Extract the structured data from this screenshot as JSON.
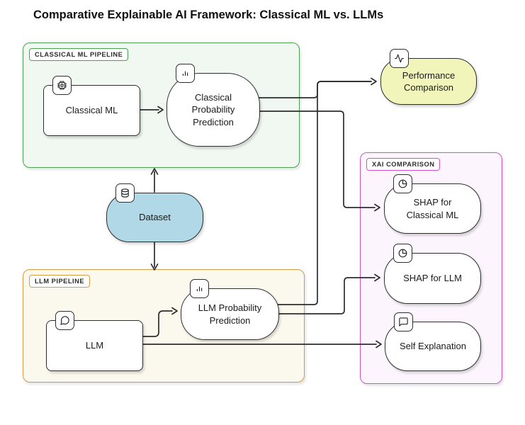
{
  "title": "Comparative Explainable AI Framework: Classical ML vs. LLMs",
  "colors": {
    "classical_border": "#4aa152",
    "classical_fill": "#f0f8f1",
    "llm_border": "#d79b44",
    "llm_fill": "#fbf8ee",
    "xai_border": "#cf52cf",
    "xai_fill": "#fcf5fd",
    "dataset_fill": "#b0d8e7",
    "performance_fill": "#f1f5ba",
    "node_border": "#2e2e2e",
    "edge": "#2d2d2d"
  },
  "containers": {
    "classical": {
      "label": "CLASSICAL ML PIPELINE"
    },
    "llm": {
      "label": "LLM PIPELINE"
    },
    "xai": {
      "label": "XAI COMPARISON"
    }
  },
  "nodes": {
    "classical_ml": {
      "label": "Classical ML",
      "icon": "cpu-icon"
    },
    "classical_prob": {
      "label": "Classical Probability Prediction",
      "icon": "bar-chart-icon"
    },
    "dataset": {
      "label": "Dataset",
      "icon": "database-icon"
    },
    "performance": {
      "label": "Performance Comparison",
      "icon": "activity-icon"
    },
    "llm": {
      "label": "LLM",
      "icon": "message-circle-icon"
    },
    "llm_prob": {
      "label": "LLM Probability Prediction",
      "icon": "bar-chart-icon"
    },
    "shap_classical": {
      "label": "SHAP for Classical ML",
      "icon": "pie-chart-icon"
    },
    "shap_llm": {
      "label": "SHAP for LLM",
      "icon": "pie-chart-icon"
    },
    "self_explanation": {
      "label": "Self Explanation",
      "icon": "message-square-icon"
    }
  },
  "edges": [
    {
      "from": "Dataset",
      "to": "Classical ML Pipeline"
    },
    {
      "from": "Dataset",
      "to": "LLM Pipeline"
    },
    {
      "from": "Classical ML",
      "to": "Classical Probability Prediction"
    },
    {
      "from": "Classical Probability Prediction",
      "to": "Performance Comparison"
    },
    {
      "from": "Classical Probability Prediction",
      "to": "SHAP for Classical ML"
    },
    {
      "from": "LLM",
      "to": "LLM Probability Prediction"
    },
    {
      "from": "LLM Probability Prediction",
      "to": "Performance Comparison"
    },
    {
      "from": "LLM Probability Prediction",
      "to": "SHAP for LLM"
    },
    {
      "from": "LLM",
      "to": "Self Explanation"
    }
  ]
}
